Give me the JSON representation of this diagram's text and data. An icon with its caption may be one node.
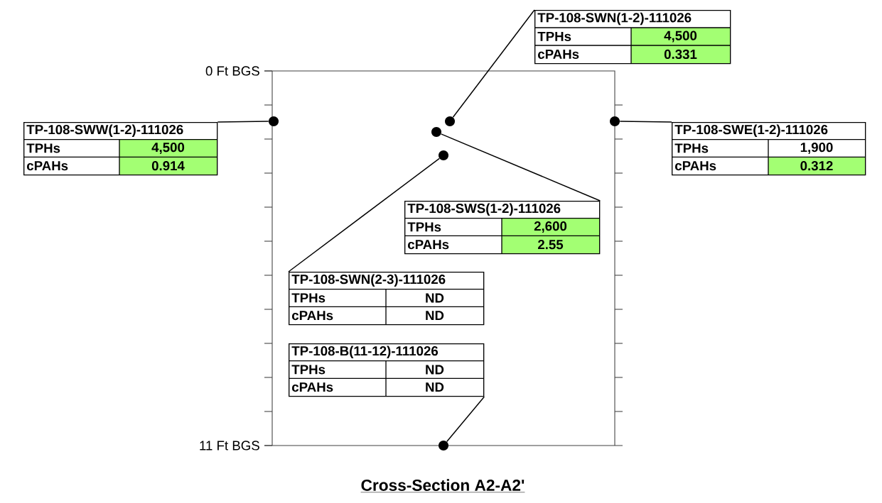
{
  "diagram": {
    "title": "Cross-Section A2-A2'",
    "nodes": [
      {
        "text": [
          "TP-108-SWN(1-2)-111026",
          "TPHs",
          "4,500",
          "cPAHs",
          "0.331"
        ]
      },
      {
        "text": [
          "TP-108-SWW(1-2)-111026",
          "TPHs",
          "4,500",
          "cPAHs",
          "0.914"
        ]
      },
      {
        "text": [
          "TP-108-SWE(1-2)-111026",
          "TPHs",
          "1,900",
          "cPAHs",
          "0.312"
        ]
      },
      {
        "text": [
          "TP-108-SWS(1-2)-111026",
          "TPHs",
          "2,600",
          "cPAHs",
          "2.55"
        ]
      },
      {
        "text": [
          "TP-108-SWN(2-3)-111026",
          "TPHs",
          "ND",
          "cPAHs",
          "ND"
        ]
      },
      {
        "text": [
          "TP-108-B(11-12)-111026",
          "TPHs",
          "ND",
          "cPAHs",
          "ND"
        ]
      },
      {
        "text": [],
        "shape": "circle"
      },
      {
        "text": [],
        "shape": "circle"
      },
      {
        "text": [],
        "shape": "circle"
      },
      {
        "text": [],
        "shape": "circle"
      },
      {
        "text": [],
        "shape": "circle"
      },
      {
        "text": [],
        "shape": "circle"
      }
    ],
    "edges": [
      {
        "from": 0,
        "to": 7,
        "arrow": "none"
      },
      {
        "from": 1,
        "to": 6,
        "arrow": "none"
      },
      {
        "from": 2,
        "to": 8,
        "arrow": "none"
      },
      {
        "from": 3,
        "to": 9,
        "arrow": "none"
      },
      {
        "from": 4,
        "to": 10,
        "arrow": "none"
      },
      {
        "from": 5,
        "to": 11,
        "arrow": "none"
      }
    ],
    "labels": [
      "0 Ft BGS",
      "11 Ft BGS"
    ]
  }
}
